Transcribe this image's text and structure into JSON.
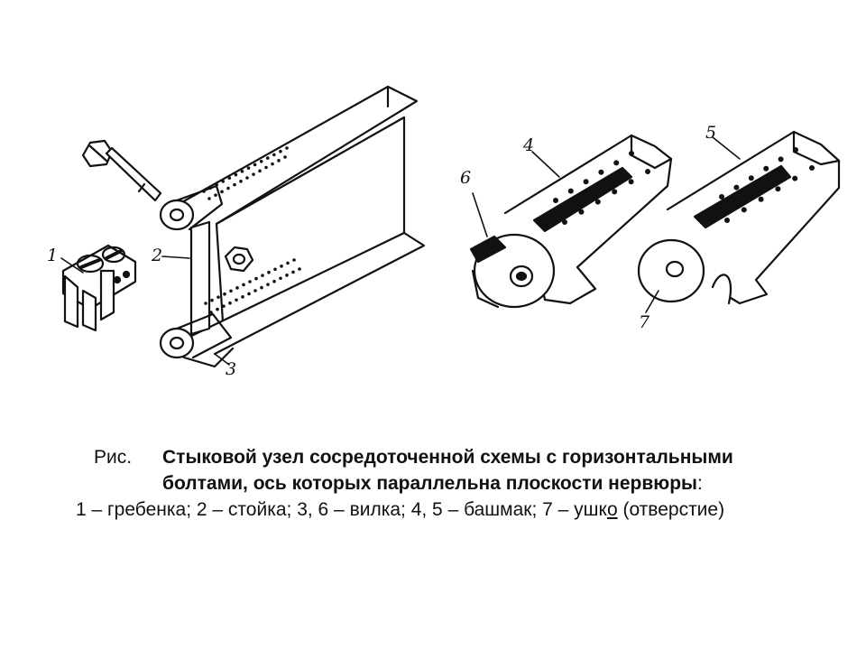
{
  "callouts": {
    "n1": "1",
    "n2": "2",
    "n3": "3",
    "n4": "4",
    "n5": "5",
    "n6": "6",
    "n7": "7"
  },
  "caption": {
    "prefix": "Рис.",
    "title_line1": "Стыковой узел сосредоточенной схемы с горизонтальными",
    "title_line2": "болтами, ось которых параллельна плоскости нервюры",
    "title_colon": ":",
    "legend_main": "1 – гребенка; 2 – стойка; 3, 6 – вилка; 4, 5 – башмак; 7 – ушк",
    "legend_underlined": "о",
    "legend_tail": " (отверстие)"
  }
}
